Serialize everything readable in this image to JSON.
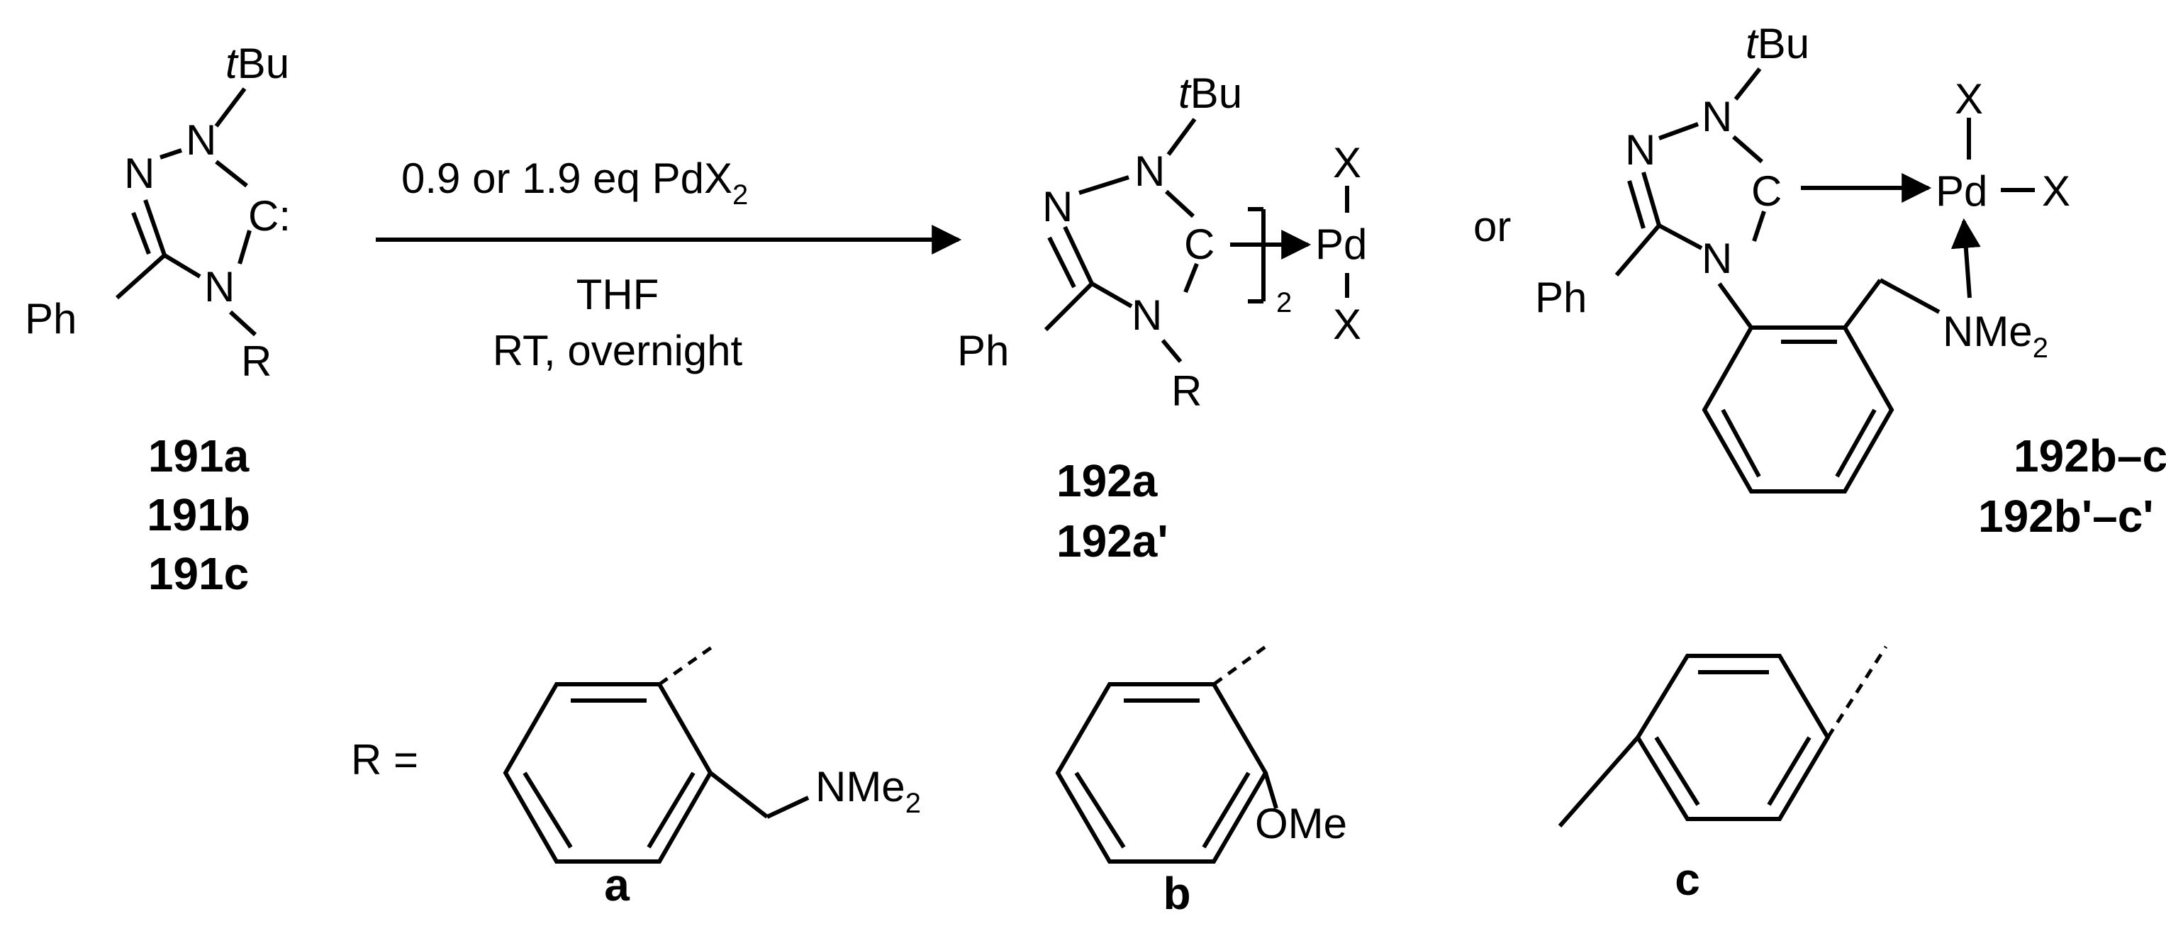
{
  "atoms": {
    "tBu": "tBu",
    "t": "t",
    "Bu": "Bu",
    "N": "N",
    "C": "C",
    "Ccarbene": "C:",
    "Ph": "Ph",
    "R": "R",
    "X": "X",
    "Pd": "Pd",
    "NMe": "NMe",
    "two": "2",
    "OMe": "OMe"
  },
  "reaction": {
    "above_arrow": "0.9 or 1.9 eq PdX",
    "above_arrow_sub": "2",
    "below_arrow_line1": "THF",
    "below_arrow_line2": "RT, overnight"
  },
  "connector": "or",
  "compounds": {
    "start": [
      "191a",
      "191b",
      "191c"
    ],
    "product_dimer": [
      "192a",
      "192a'"
    ],
    "product_chelate": [
      "192b–c",
      "192b'–c'"
    ]
  },
  "substituents": {
    "r_equals": "R =",
    "labels": [
      "a",
      "b",
      "c"
    ]
  }
}
